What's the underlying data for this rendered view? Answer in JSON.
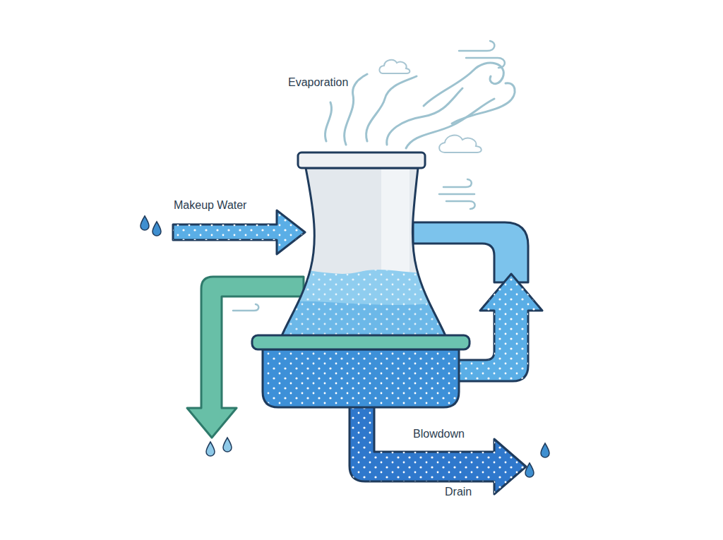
{
  "diagram": {
    "labels": [
      "Evaporation",
      "Makeup Water",
      "Blowdown",
      "Drain"
    ]
  }
}
